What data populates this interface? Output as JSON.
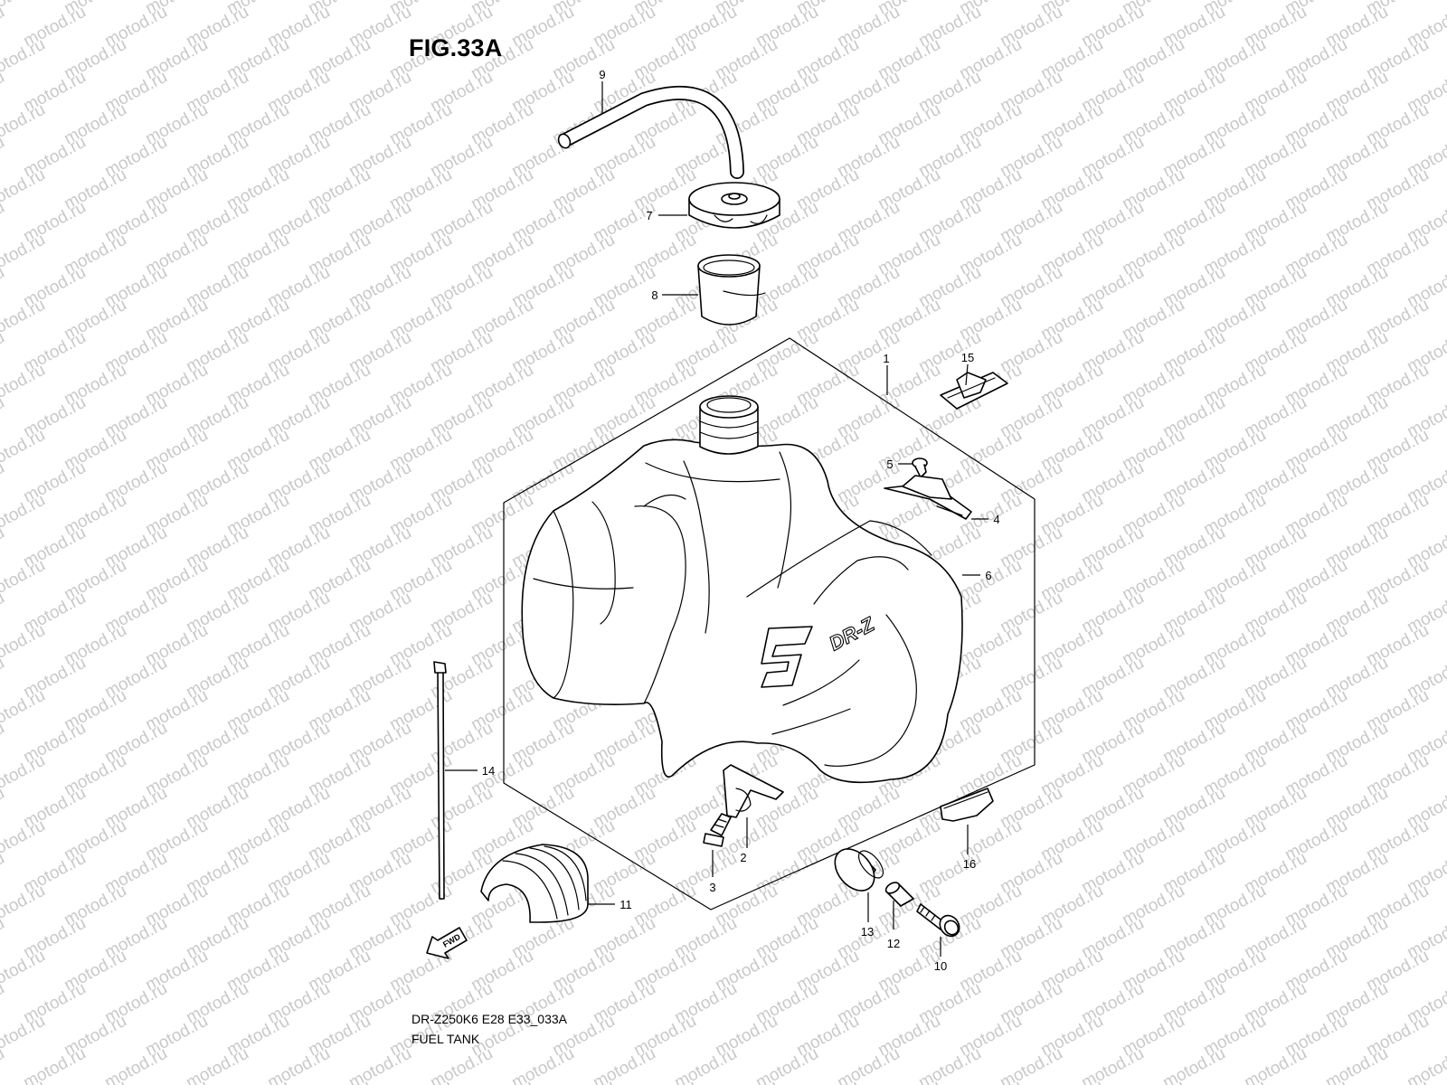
{
  "figure": {
    "title": "FIG.33A",
    "code": "DR-Z250K6 E28 E33_033A",
    "name": "FUEL TANK"
  },
  "watermark": "motod.ru",
  "direction_arrow": "FWD",
  "emblem_text": "DR-Z",
  "callouts": [
    "9",
    "7",
    "8",
    "1",
    "15",
    "5",
    "4",
    "6",
    "14",
    "2",
    "3",
    "16",
    "11",
    "13",
    "12",
    "10"
  ],
  "parts": [
    {
      "callout": "1",
      "icon": "fuel-tank-icon"
    },
    {
      "callout": "2",
      "icon": "bracket-icon"
    },
    {
      "callout": "3",
      "icon": "bolt-icon"
    },
    {
      "callout": "4",
      "icon": "strap-bracket-icon"
    },
    {
      "callout": "5",
      "icon": "screw-icon"
    },
    {
      "callout": "6",
      "icon": "emblem-decal-icon"
    },
    {
      "callout": "7",
      "icon": "fuel-cap-icon"
    },
    {
      "callout": "8",
      "icon": "cap-gasket-ring-icon"
    },
    {
      "callout": "9",
      "icon": "breather-hose-icon"
    },
    {
      "callout": "10",
      "icon": "bolt-with-washer-icon"
    },
    {
      "callout": "11",
      "icon": "rubber-cushion-icon"
    },
    {
      "callout": "12",
      "icon": "collar-icon"
    },
    {
      "callout": "13",
      "icon": "grommet-icon"
    },
    {
      "callout": "14",
      "icon": "cable-tie-icon"
    },
    {
      "callout": "15",
      "icon": "clip-icon"
    },
    {
      "callout": "16",
      "icon": "cushion-pad-icon"
    }
  ]
}
